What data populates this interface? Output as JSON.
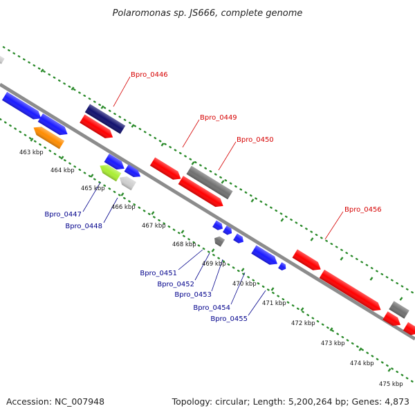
{
  "title": "Polaromonas sp. JS666, complete genome",
  "footer": {
    "accession": "Accession: NC_007948",
    "summary": "Topology: circular; Length: 5,200,264 bp; Genes: 4,873"
  },
  "colors": {
    "background": "#ffffff",
    "backbone": "#8c8c8c",
    "tick_dots": "#2a8a2a",
    "forward_label": "#d60000",
    "reverse_label": "#00008b",
    "red_gene": "#ff0000",
    "blue_gene": "#1a1aff",
    "navy_gene": "#10106e",
    "gray_gene": "#707070",
    "orange_gene": "#ff8c00",
    "lime_gene": "#aaee33",
    "lightgray_gene": "#cfcfcf"
  },
  "kbp_ticks": [
    "463 kbp",
    "464 kbp",
    "465 kbp",
    "466 kbp",
    "467 kbp",
    "468 kbp",
    "469 kbp",
    "470 kbp",
    "471 kbp",
    "472 kbp",
    "473 kbp",
    "474 kbp",
    "475 kbp"
  ],
  "labels_forward": [
    "Bpro_0446",
    "Bpro_0449",
    "Bpro_0450",
    "Bpro_0456"
  ],
  "labels_reverse": [
    "Bpro_0447",
    "Bpro_0448",
    "Bpro_0451",
    "Bpro_0452",
    "Bpro_0453",
    "Bpro_0454",
    "Bpro_0455"
  ]
}
